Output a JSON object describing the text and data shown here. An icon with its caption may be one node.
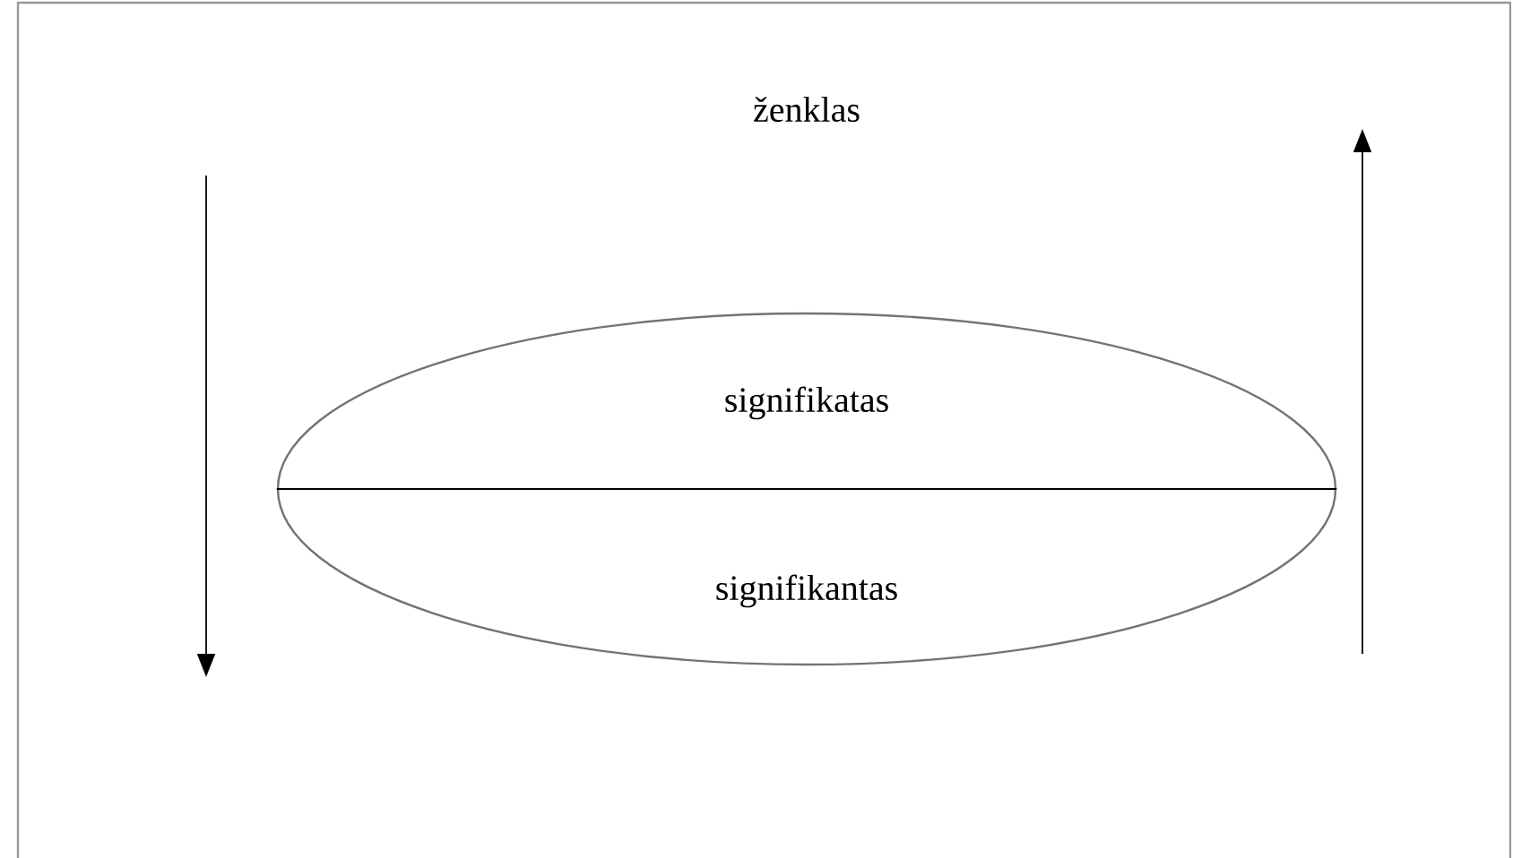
{
  "diagram": {
    "title": "ženklas",
    "nodes": [
      {
        "text": [
          "signifikatas",
          "signifikantas"
        ]
      }
    ]
  }
}
